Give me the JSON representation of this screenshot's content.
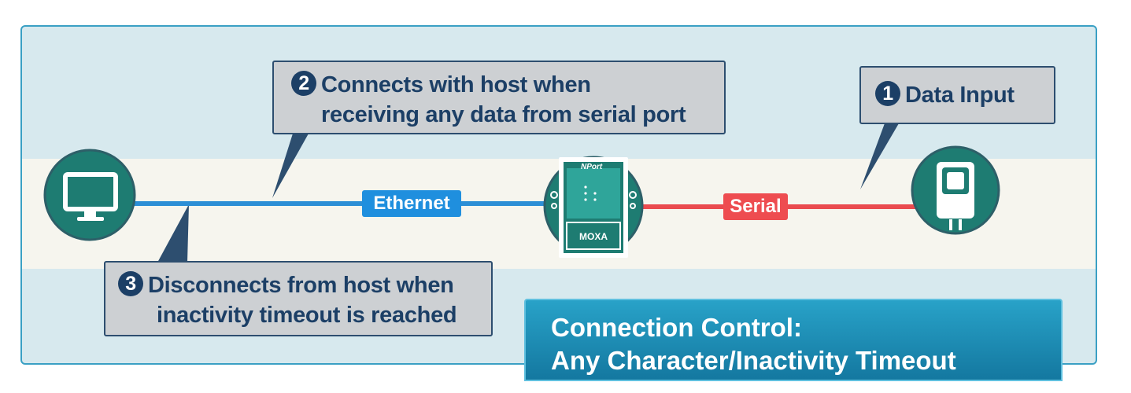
{
  "callouts": {
    "data_input": {
      "number": "1",
      "text": "Data Input"
    },
    "connect": {
      "number": "2",
      "line1": "Connects with host when",
      "line2": "receiving any data from serial port"
    },
    "disconnect": {
      "number": "3",
      "line1": "Disconnects from host when",
      "line2": "inactivity timeout is reached"
    }
  },
  "links": {
    "ethernet": "Ethernet",
    "serial": "Serial"
  },
  "device": {
    "model": "NPort",
    "brand": "MOXA"
  },
  "title": {
    "line1": "Connection Control:",
    "line2": "Any Character/Inactivity Timeout"
  },
  "colors": {
    "ethernet_line": "#2c8fd6",
    "serial_line": "#ea4b4f",
    "node_fill": "#1e7c72",
    "callout_border": "#2d4e6f",
    "title_bg": "#1a8ab6"
  },
  "icons": [
    "monitor-icon",
    "nport-device-icon",
    "serial-connector-icon"
  ]
}
